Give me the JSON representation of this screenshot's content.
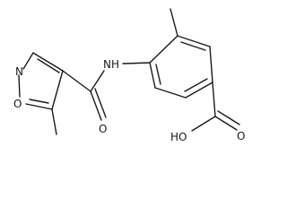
{
  "molecule": {
    "atoms": {
      "ring_n": "N",
      "ring_o": "O",
      "carbonyl_o": "O",
      "amide_nh": "NH",
      "acid_oh": "HO",
      "acid_o": "O"
    }
  }
}
